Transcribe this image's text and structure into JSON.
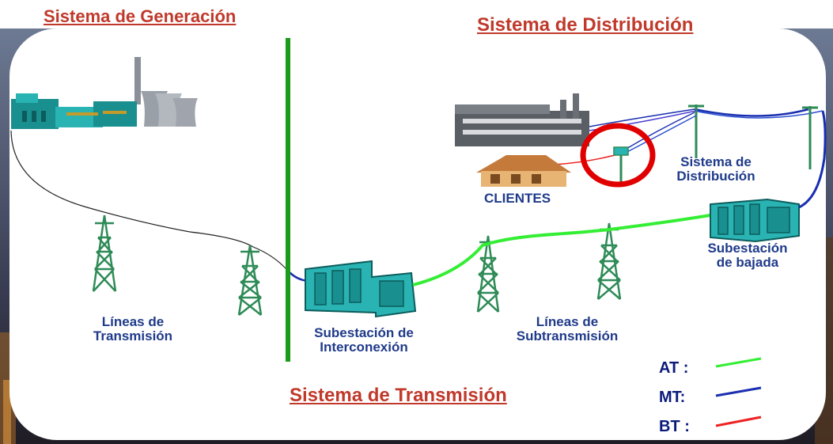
{
  "headers": {
    "generation": "Sistema de Generación",
    "distribution": "Sistema de Distribución",
    "transmission": "Sistema de Transmisión"
  },
  "labels": {
    "transmission_lines": [
      "Líneas de",
      "Transmisión"
    ],
    "interconnection_substation": [
      "Subestación de",
      "Interconexión"
    ],
    "subtransmission_lines": [
      "Líneas de",
      "Subtransmisión"
    ],
    "step_down_substation": [
      "Subestación",
      "de bajada"
    ],
    "distribution_system": [
      "Sistema de",
      "Distribución"
    ],
    "clients": "CLIENTES"
  },
  "legend": [
    {
      "key": "AT :",
      "color": "#33ee33"
    },
    {
      "key": "MT:",
      "color": "#1a2fb0"
    },
    {
      "key": "BT :",
      "color": "#ee2222"
    }
  ],
  "colors": {
    "header_text": "#c0392b",
    "label_text": "#1f3a8a",
    "divider": "#1a9c1a",
    "tower": "#2e8b57",
    "highlight_circle": "#e00000",
    "substation": "#2ab3b3"
  }
}
